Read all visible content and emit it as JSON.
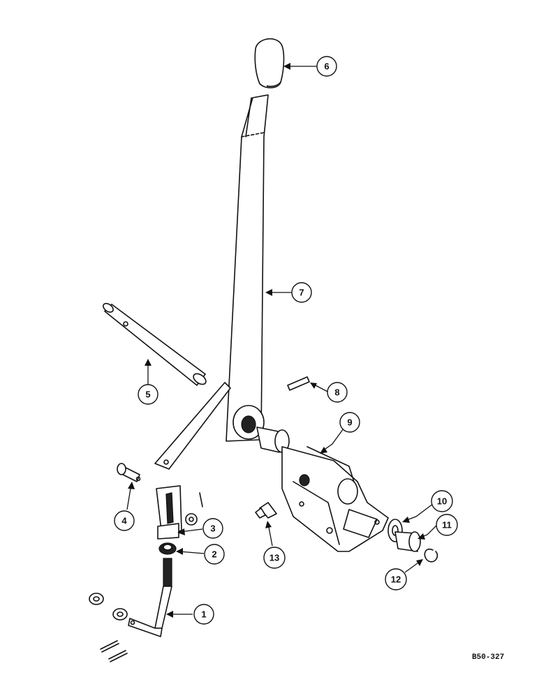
{
  "callouts": [
    {
      "label": "1"
    },
    {
      "label": "2"
    },
    {
      "label": "3"
    },
    {
      "label": "4"
    },
    {
      "label": "5"
    },
    {
      "label": "6"
    },
    {
      "label": "7"
    },
    {
      "label": "8"
    },
    {
      "label": "9"
    },
    {
      "label": "10"
    },
    {
      "label": "11"
    },
    {
      "label": "12"
    },
    {
      "label": "13"
    }
  ],
  "figure_code": "B50-327"
}
